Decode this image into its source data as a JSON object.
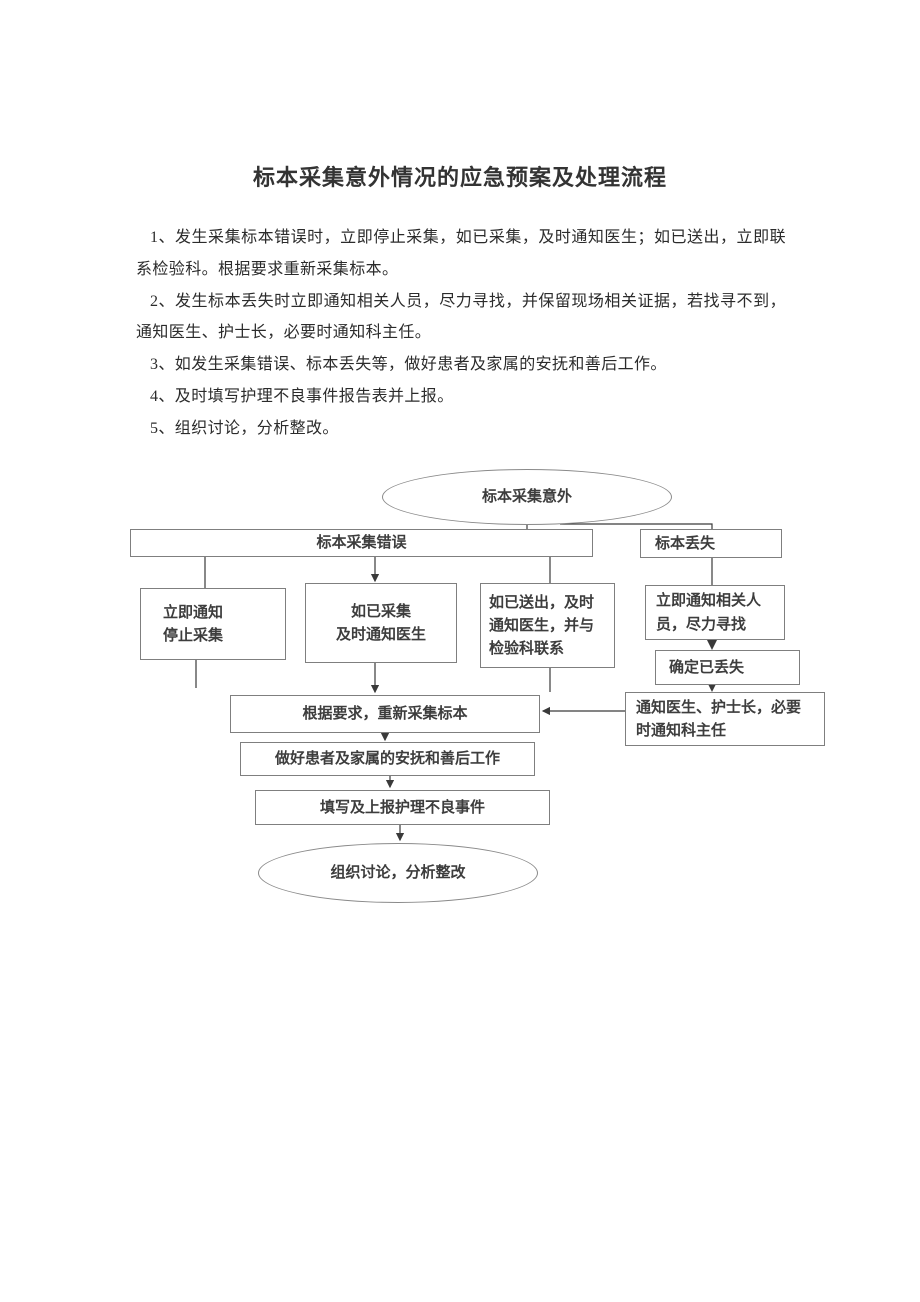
{
  "document": {
    "title": "标本采集意外情况的应急预案及处理流程",
    "paragraphs": [
      "1、发生采集标本错误时，立即停止采集，如已采集，及时通知医生；如已送出，立即联系检验科。根据要求重新采集标本。",
      "2、发生标本丢失时立即通知相关人员，尽力寻找，并保留现场相关证据，若找寻不到，通知医生、护士长，必要时通知科主任。",
      "3、如发生采集错误、标本丢失等，做好患者及家属的安抚和善后工作。",
      "4、及时填写护理不良事件报告表并上报。",
      "5、组织讨论，分析整改。"
    ]
  },
  "flowchart": {
    "start": "标本采集意外",
    "branch_error": "标本采集错误",
    "branch_lost": "标本丢失",
    "stop_collection": "立即通知\n停止采集",
    "already_collected": "如已采集\n及时通知医生",
    "already_sent": "如已送出，及时\n通知医生，并与\n检验科联系",
    "notify_personnel": "立即通知相关人\n员，尽力寻找",
    "confirm_lost": "确定已丢失",
    "notify_doctor": "通知医生、护士长，必要\n时通知科主任",
    "recollect": "根据要求，重新采集标本",
    "aftercare": "做好患者及家属的安抚和善后工作",
    "report": "填写及上报护理不良事件",
    "end": "组织讨论，分析整改"
  },
  "colors": {
    "text": "#2f2f2f",
    "border": "#7f7f7f",
    "line": "#3a3a3a"
  }
}
